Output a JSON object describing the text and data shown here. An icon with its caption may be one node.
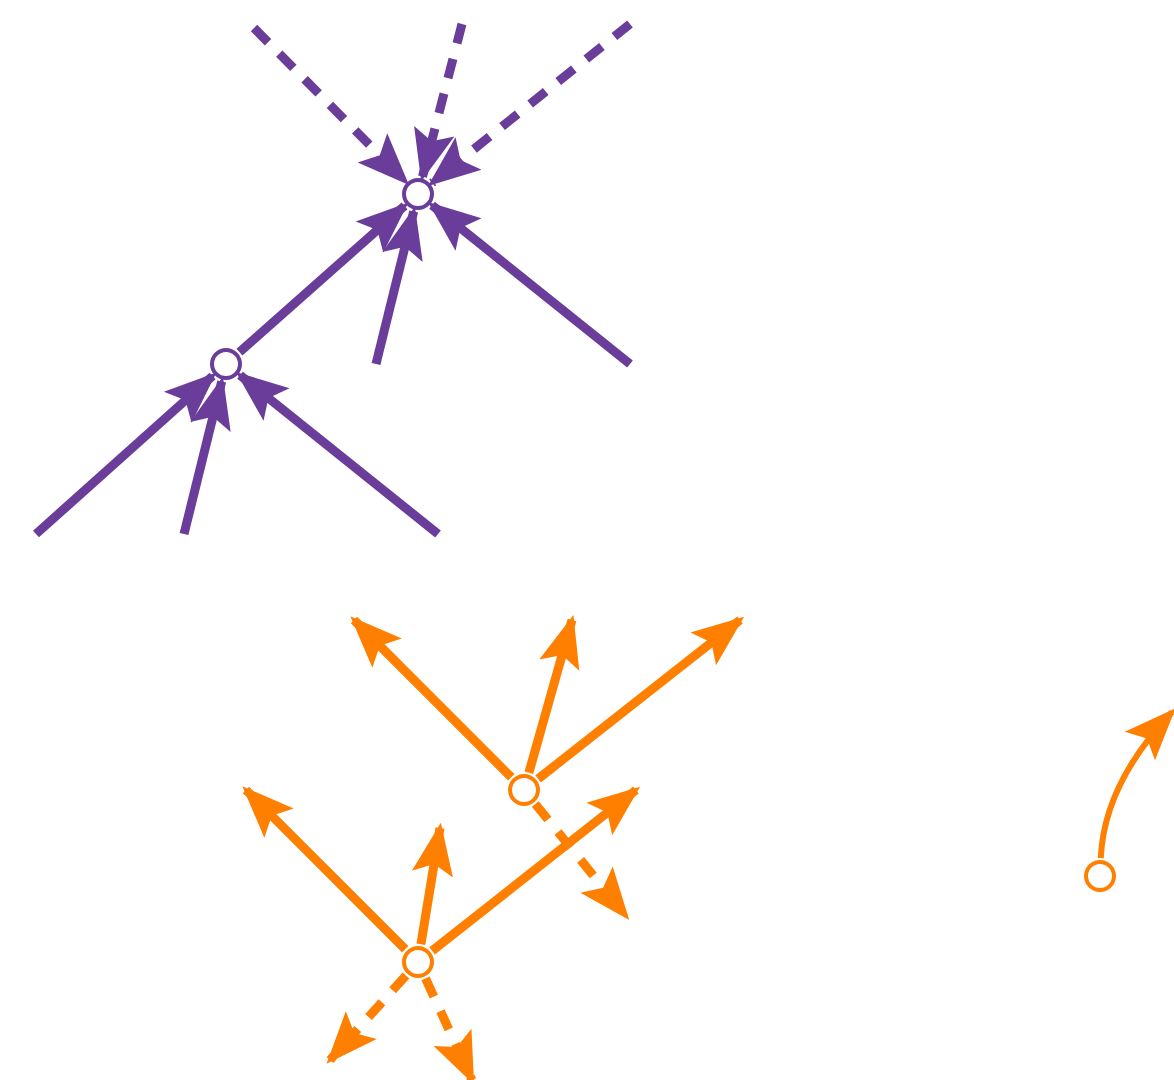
{
  "diagram": {
    "nodes": [
      {
        "text": [],
        "shape": "circle"
      },
      {
        "text": [],
        "shape": "circle"
      },
      {
        "text": [],
        "shape": "circle"
      },
      {
        "text": [],
        "shape": "circle"
      },
      {
        "text": [],
        "shape": "circle"
      }
    ],
    "edges": [
      {
        "from": null,
        "to": 0,
        "arrow": "to",
        "style": "dashed",
        "color": "#6a3d9a"
      },
      {
        "from": null,
        "to": 0,
        "arrow": "to",
        "style": "dashed",
        "color": "#6a3d9a"
      },
      {
        "from": null,
        "to": 0,
        "arrow": "to",
        "style": "dashed",
        "color": "#6a3d9a"
      },
      {
        "from": 1,
        "to": 0,
        "arrow": "to",
        "color": "#6a3d9a"
      },
      {
        "from": null,
        "to": 0,
        "arrow": "to",
        "color": "#6a3d9a"
      },
      {
        "from": null,
        "to": 0,
        "arrow": "to",
        "color": "#6a3d9a"
      },
      {
        "from": null,
        "to": 1,
        "arrow": "to",
        "color": "#6a3d9a"
      },
      {
        "from": null,
        "to": 1,
        "arrow": "to",
        "color": "#6a3d9a"
      },
      {
        "from": null,
        "to": 1,
        "arrow": "to",
        "color": "#6a3d9a"
      },
      {
        "from": 2,
        "to": null,
        "arrow": "to"
      },
      {
        "from": 2,
        "to": null,
        "arrow": "to"
      },
      {
        "from": 2,
        "to": null,
        "arrow": "to"
      },
      {
        "from": 2,
        "to": null,
        "arrow": "to",
        "style": "dashed"
      },
      {
        "from": 4,
        "to": null,
        "arrow": "to"
      },
      {
        "from": 4,
        "to": null,
        "arrow": "to"
      },
      {
        "from": 4,
        "to": null,
        "arrow": "to"
      },
      {
        "from": 4,
        "to": null,
        "arrow": "to",
        "style": "dashed"
      },
      {
        "from": 4,
        "to": null,
        "arrow": "to",
        "style": "dashed"
      },
      {
        "from": 3,
        "to": null,
        "arrow": "to"
      }
    ]
  }
}
